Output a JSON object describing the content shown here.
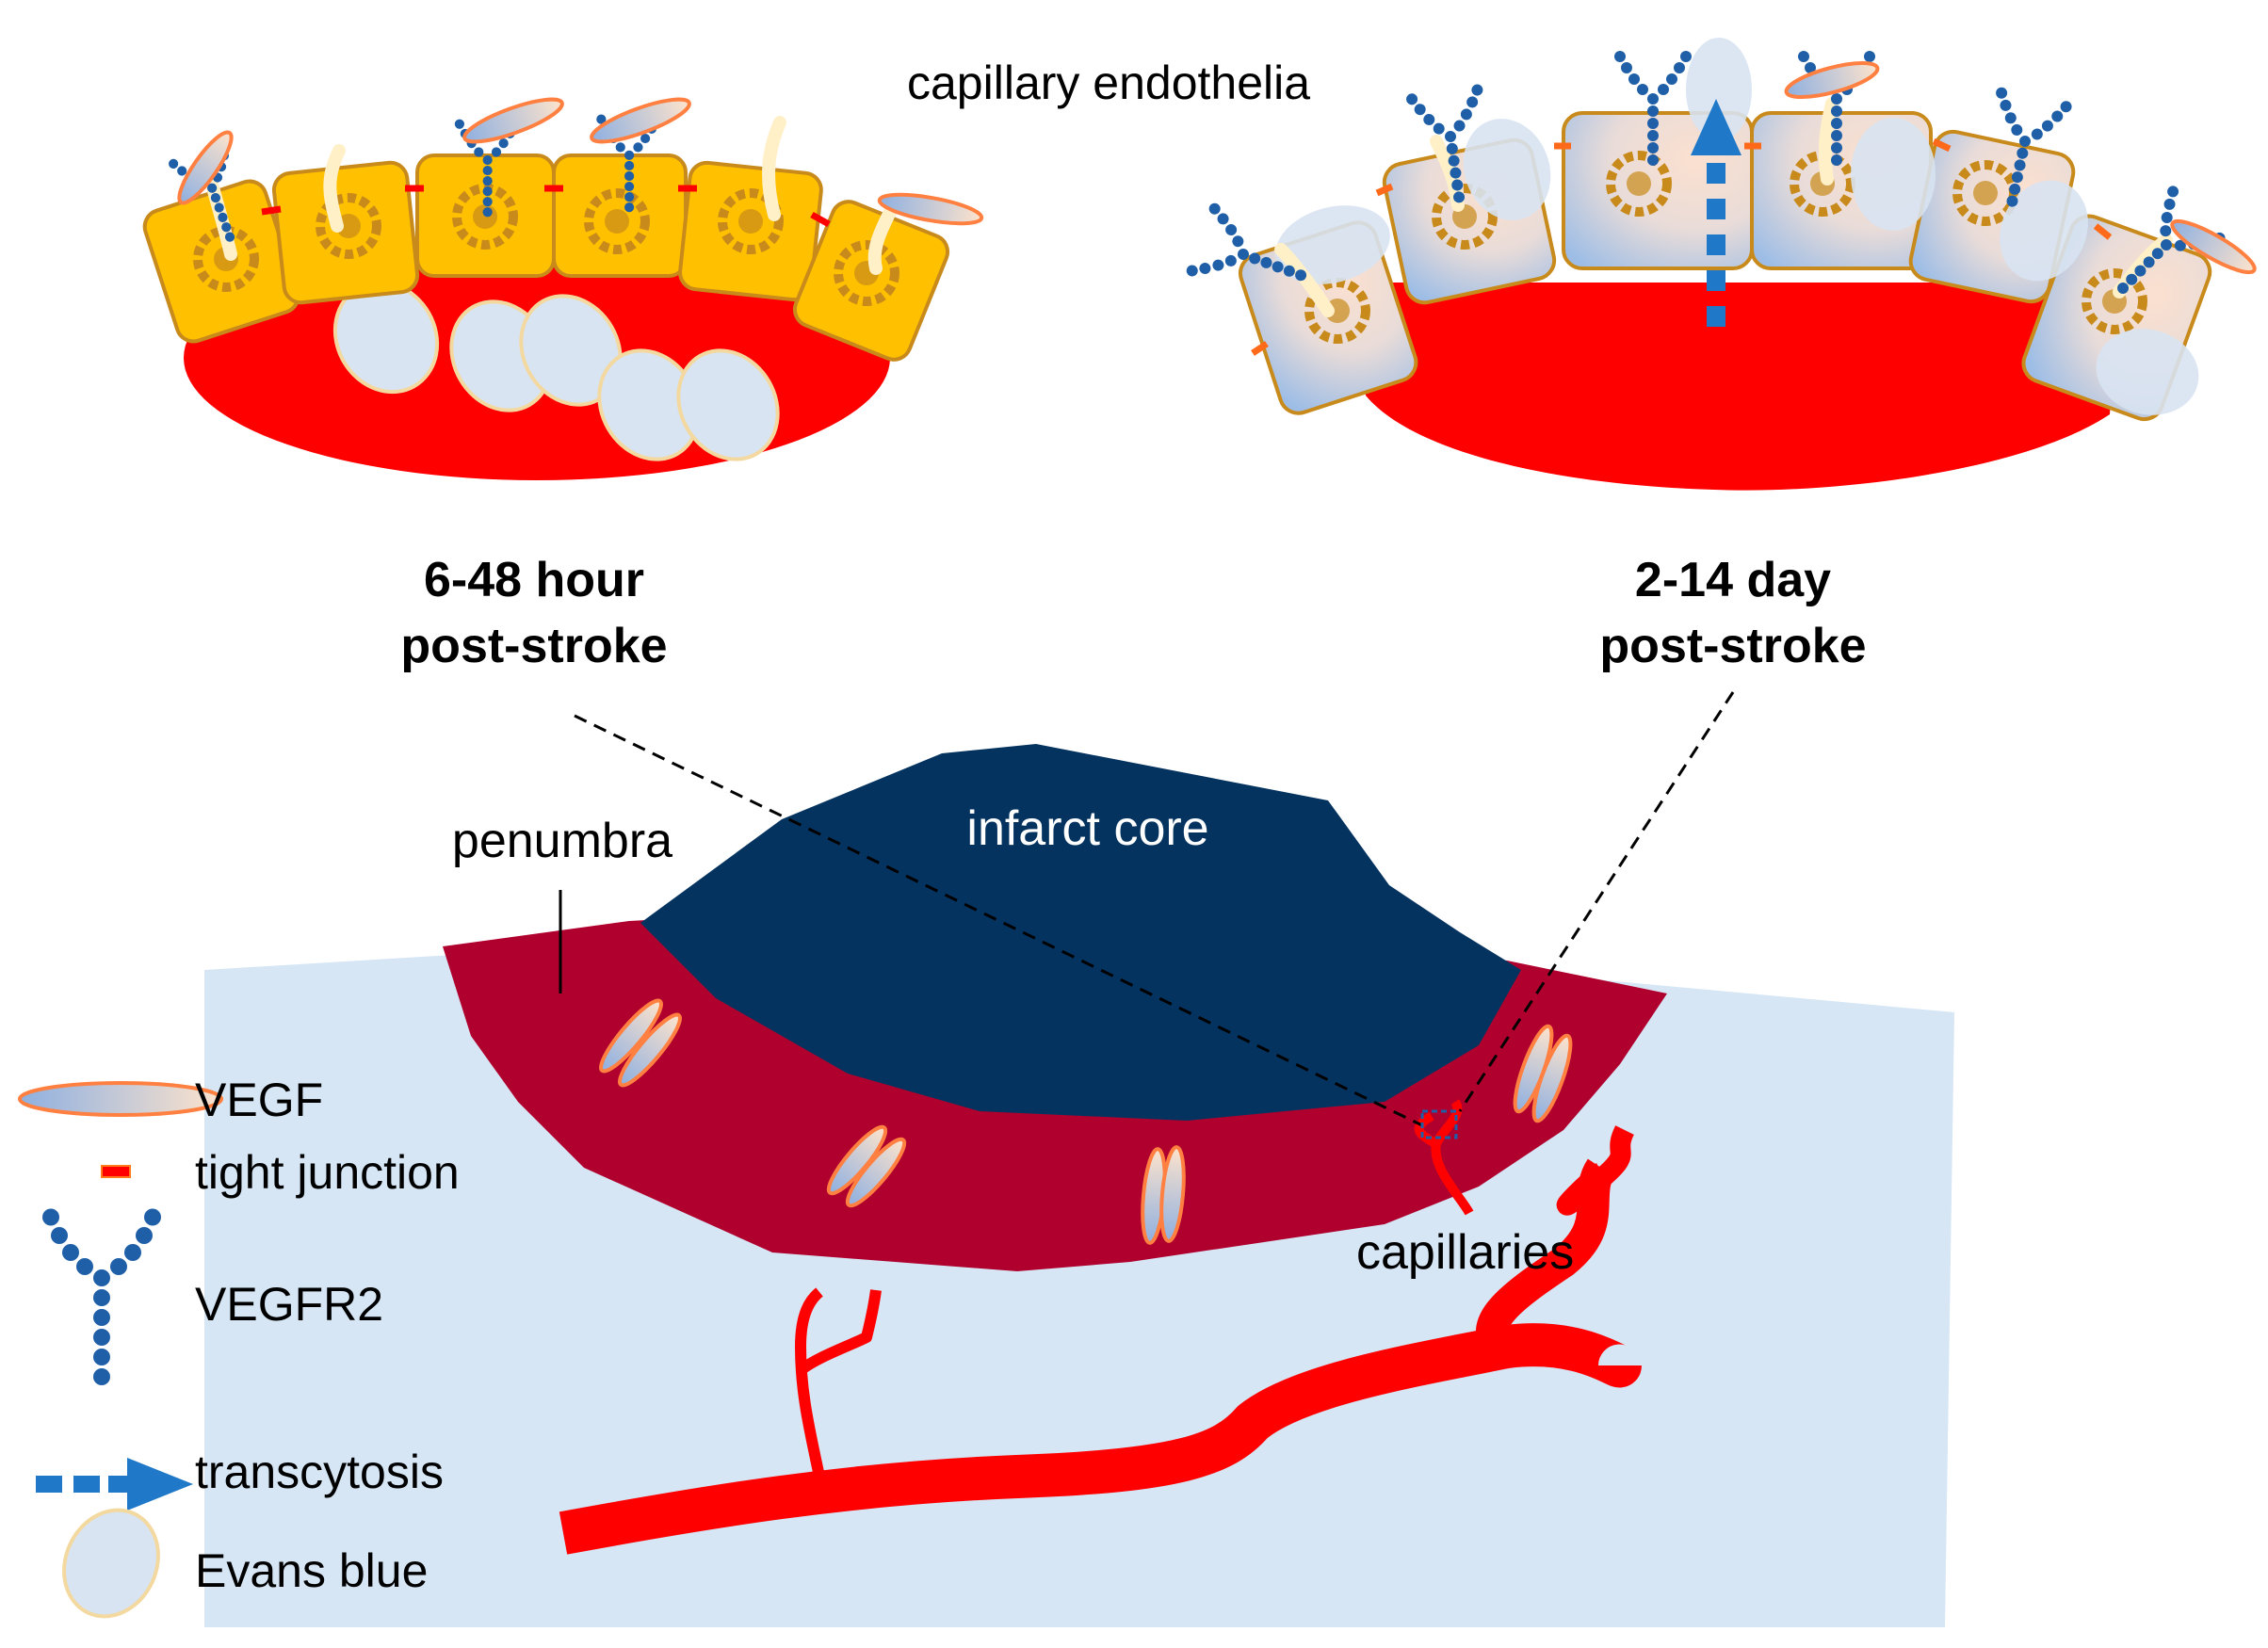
{
  "labels": {
    "capillary_endothelia": "capillary endothelia",
    "early_time": "6-48 hour",
    "early_sub": "post-stroke",
    "late_time": "2-14 day",
    "late_sub": "post-stroke",
    "penumbra": "penumbra",
    "infarct_core": "infarct core",
    "capillaries": "capillaries"
  },
  "legend": [
    {
      "icon": "vegf-icon",
      "label": "VEGF"
    },
    {
      "icon": "tight-junction-icon",
      "label": "tight junction"
    },
    {
      "icon": "vegfr2-icon",
      "label": "VEGFR2"
    },
    {
      "icon": "transcytosis-arrow-icon",
      "label": "transcytosis"
    },
    {
      "icon": "evans-blue-icon",
      "label": "Evans blue"
    }
  ],
  "colors": {
    "tissue": "#d6e6f5",
    "infarct_core": "#05335f",
    "penumbra": "#b0002e",
    "vessel": "#ff0000",
    "cell_early": "#ffc000",
    "cell_border": "#c88a1a",
    "cell_late": "#a9c6ea",
    "vegfr2": "#1f5fa8",
    "vegf_edge": "#ff8040",
    "evans_blue": "#d8e4f2",
    "arrow": "#1f78c8"
  }
}
